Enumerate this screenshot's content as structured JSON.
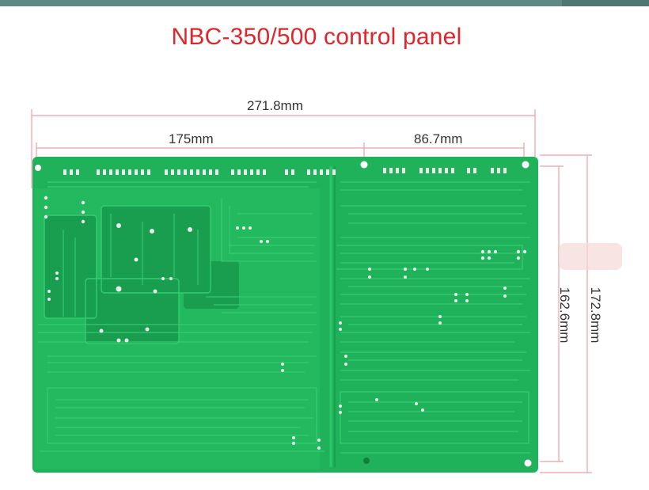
{
  "title": "NBC-350/500 control panel",
  "dimensions": {
    "overall_width": "271.8mm",
    "left_width": "175mm",
    "right_width": "86.7mm",
    "inner_height": "162.6mm",
    "overall_height": "172.8mm"
  },
  "colors": {
    "board": "#1fb25a",
    "trace": "#2dc76a",
    "title": "#e0262a",
    "dimension_line": "#e8a0a8"
  }
}
